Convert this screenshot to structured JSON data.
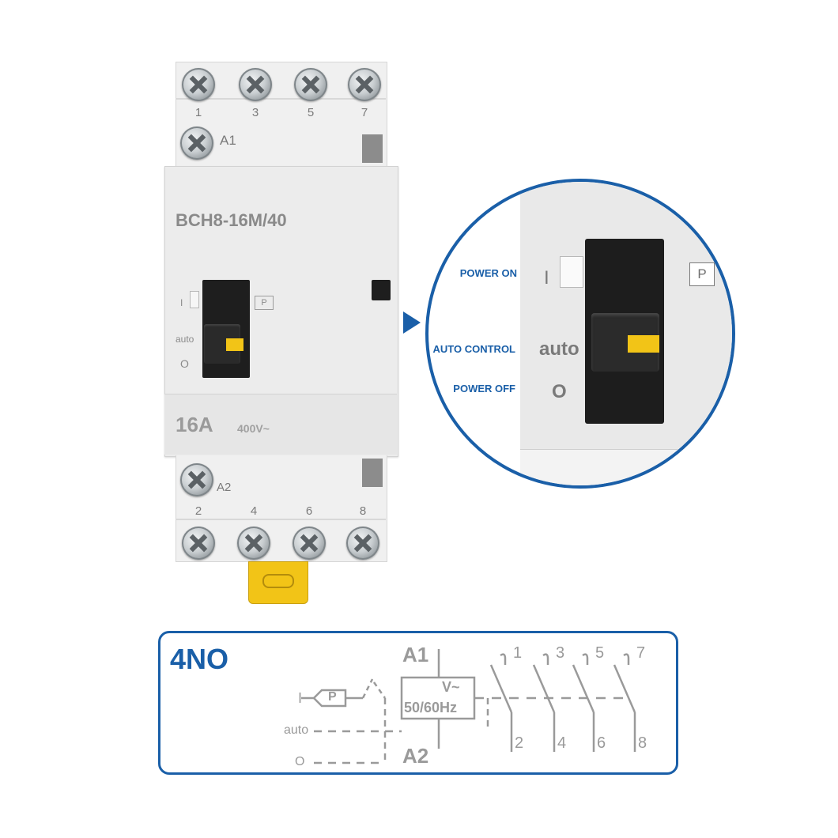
{
  "device": {
    "model": "BCH8-16M/40",
    "rating_current": "16A",
    "rating_voltage": "400V~",
    "top_terminals": [
      "1",
      "3",
      "5",
      "7"
    ],
    "bottom_terminals": [
      "2",
      "4",
      "6",
      "8"
    ],
    "coil_top": "A1",
    "coil_bottom": "A2",
    "switch_labels": {
      "on": "I",
      "auto": "auto",
      "off": "O",
      "p": "P"
    }
  },
  "callout": {
    "power_on": "POWER ON",
    "auto_control": "AUTO CONTROL",
    "power_off": "POWER OFF",
    "i_mark": "I",
    "auto_mark": "auto",
    "o_mark": "O",
    "p_mark": "P"
  },
  "diagram": {
    "title": "4NO",
    "coil_top": "A1",
    "coil_bottom": "A2",
    "coil_v": "V~",
    "coil_freq": "50/60Hz",
    "contacts_top": [
      "1",
      "3",
      "5",
      "7"
    ],
    "contacts_bottom": [
      "2",
      "4",
      "6",
      "8"
    ],
    "switch_i": "I",
    "switch_p": "P",
    "switch_auto": "auto",
    "switch_o": "O"
  },
  "colors": {
    "accent": "#1a5fa8",
    "body": "#ececec",
    "yellow": "#f2c417"
  }
}
